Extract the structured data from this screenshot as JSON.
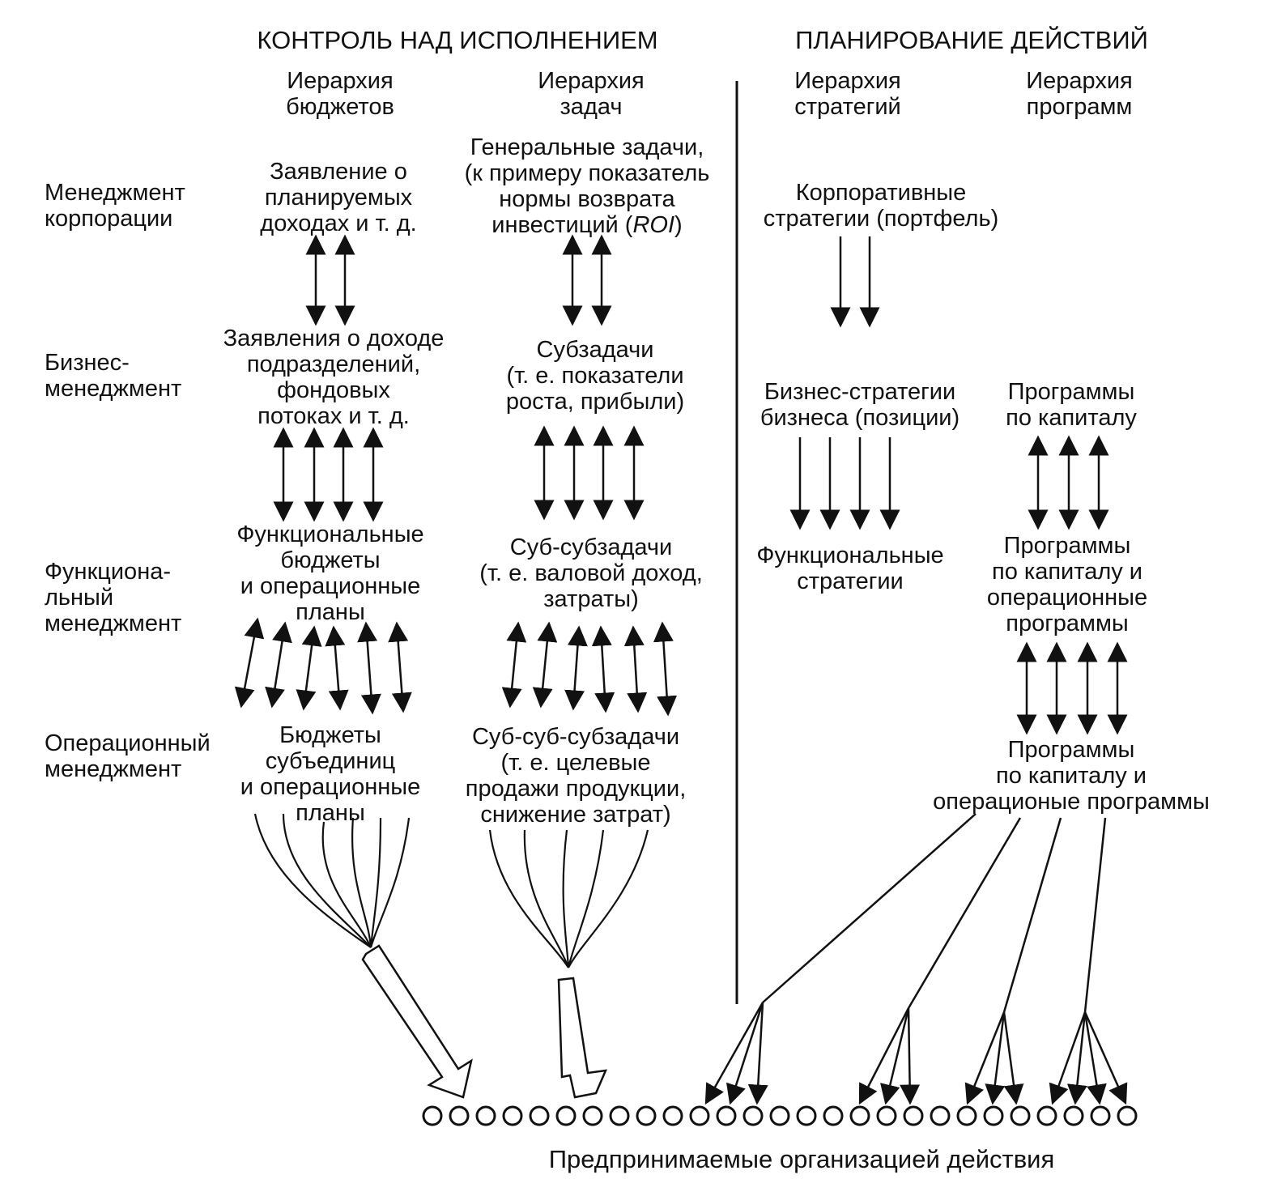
{
  "headings": {
    "control": "КОНТРОЛЬ НАД ИСПОЛНЕНИЕМ",
    "planning": "ПЛАНИРОВАНИЕ ДЕЙСТВИЙ"
  },
  "columns": {
    "budgets": [
      "Иерархия",
      "бюджетов"
    ],
    "tasks": [
      "Иерархия",
      "задач"
    ],
    "strategies": [
      "Иерархия",
      "стратегий"
    ],
    "programs": [
      "Иерархия",
      "программ"
    ]
  },
  "levels": {
    "corporate": [
      "Менеджмент",
      "корпорации"
    ],
    "business": [
      "Бизнес-",
      "менеджмент"
    ],
    "functional": [
      "Функциона-",
      "льный",
      "менеджмент"
    ],
    "operational": [
      "Операционный",
      "менеджмент"
    ]
  },
  "budgets": {
    "corporate": [
      "Заявление о",
      "планируемых",
      "доходах и т. д."
    ],
    "business": [
      "Заявления о доходе",
      "подразделений,",
      "фондовых",
      "потоках и т. д."
    ],
    "functional": [
      "Функциональные",
      "бюджеты",
      "и операционные",
      "планы"
    ],
    "operational": [
      "Бюджеты",
      "субъединиц",
      "и операционные",
      "планы"
    ]
  },
  "tasks": {
    "corporate_lines": [
      "Генеральные задачи,",
      "(к примеру показатель",
      "нормы возврата"
    ],
    "corporate_last_pre": "инвестиций (",
    "corporate_last_abbr": "ROI",
    "corporate_last_post": ")",
    "business": [
      "Субзадачи",
      "(т. е. показатели",
      "роста, прибыли)"
    ],
    "functional": [
      "Суб-субзадачи",
      "(т. е. валовой доход,",
      "затраты)"
    ],
    "operational": [
      "Суб-суб-субзадачи",
      "(т. е. целевые",
      "продажи продукции,",
      "снижение затрат)"
    ]
  },
  "strategies": {
    "corporate": [
      "Корпоративные",
      "стратегии (портфель)"
    ],
    "business": [
      "Бизнес-стратегии",
      "бизнеса (позиции)"
    ],
    "functional": [
      "Функциональные",
      "стратегии"
    ]
  },
  "programs": {
    "business": [
      "Программы",
      "по капиталу"
    ],
    "functional": [
      "Программы",
      "по капиталу и",
      "операционные",
      "программы"
    ],
    "operational": [
      "Программы",
      "по капиталу и",
      "операционые программы"
    ]
  },
  "footer": "Предпринимаемые организацией действия",
  "action_count": 27,
  "colors": {
    "ink": "#111111",
    "background": "#ffffff"
  }
}
